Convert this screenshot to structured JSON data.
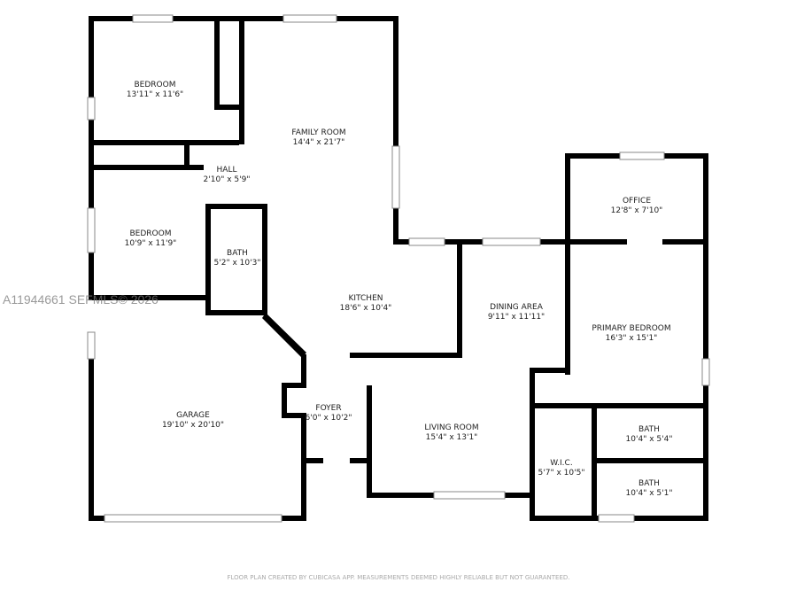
{
  "rooms": {
    "bedroom1": {
      "name": "BEDROOM",
      "size": "13'11\" x 11'6\""
    },
    "family": {
      "name": "FAMILY ROOM",
      "size": "14'4\" x 21'7\""
    },
    "hall": {
      "name": "HALL",
      "size": "2'10\" x 5'9\""
    },
    "bedroom2": {
      "name": "BEDROOM",
      "size": "10'9\" x 11'9\""
    },
    "bath1": {
      "name": "BATH",
      "size": "5'2\" x 10'3\""
    },
    "office": {
      "name": "OFFICE",
      "size": "12'8\" x 7'10\""
    },
    "kitchen": {
      "name": "KITCHEN",
      "size": "18'6\" x 10'4\""
    },
    "dining": {
      "name": "DINING AREA",
      "size": "9'11\" x 11'11\""
    },
    "primary": {
      "name": "PRIMARY BEDROOM",
      "size": "16'3\" x 15'1\""
    },
    "garage": {
      "name": "GARAGE",
      "size": "19'10\" x 20'10\""
    },
    "foyer": {
      "name": "FOYER",
      "size": "6'0\" x 10'2\""
    },
    "living": {
      "name": "LIVING ROOM",
      "size": "15'4\" x 13'1\""
    },
    "bath2": {
      "name": "BATH",
      "size": "10'4\" x 5'4\""
    },
    "wic": {
      "name": "W.I.C.",
      "size": "5'7\" x 10'5\""
    },
    "bath3": {
      "name": "BATH",
      "size": "10'4\" x 5'1\""
    }
  },
  "watermark": "A11944661  SEFMLS© 2026",
  "footer": "FLOOR PLAN CREATED BY CUBICASA APP. MEASUREMENTS DEEMED HIGHLY RELIABLE BUT NOT GUARANTEED."
}
